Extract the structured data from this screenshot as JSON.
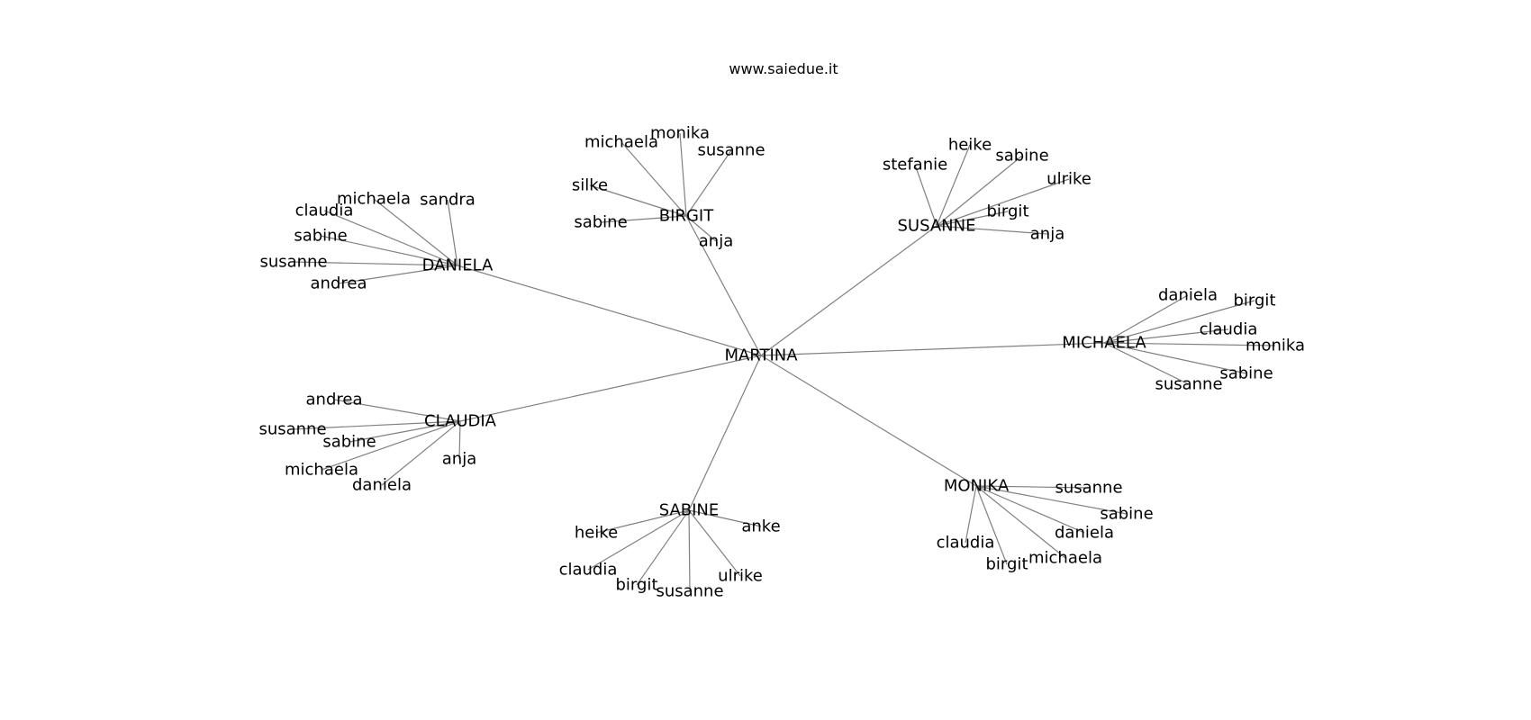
{
  "title": "www.saiedue.it",
  "graph": {
    "center": "MARTINA",
    "groups": [
      {
        "name": "DANIELA",
        "leaves": [
          "michaela",
          "sandra",
          "claudia",
          "sabine",
          "susanne",
          "andrea"
        ]
      },
      {
        "name": "BIRGIT",
        "leaves": [
          "monika",
          "michaela",
          "susanne",
          "silke",
          "sabine",
          "anja"
        ]
      },
      {
        "name": "SUSANNE",
        "leaves": [
          "heike",
          "stefanie",
          "sabine",
          "ulrike",
          "birgit",
          "anja"
        ]
      },
      {
        "name": "MICHAELA",
        "leaves": [
          "daniela",
          "birgit",
          "claudia",
          "monika",
          "sabine",
          "susanne"
        ]
      },
      {
        "name": "MONIKA",
        "leaves": [
          "susanne",
          "sabine",
          "daniela",
          "claudia",
          "michaela",
          "birgit"
        ]
      },
      {
        "name": "SABINE",
        "leaves": [
          "anke",
          "heike",
          "claudia",
          "ulrike",
          "birgit",
          "susanne"
        ]
      },
      {
        "name": "CLAUDIA",
        "leaves": [
          "andrea",
          "susanne",
          "sabine",
          "anja",
          "michaela",
          "daniela"
        ]
      }
    ]
  }
}
